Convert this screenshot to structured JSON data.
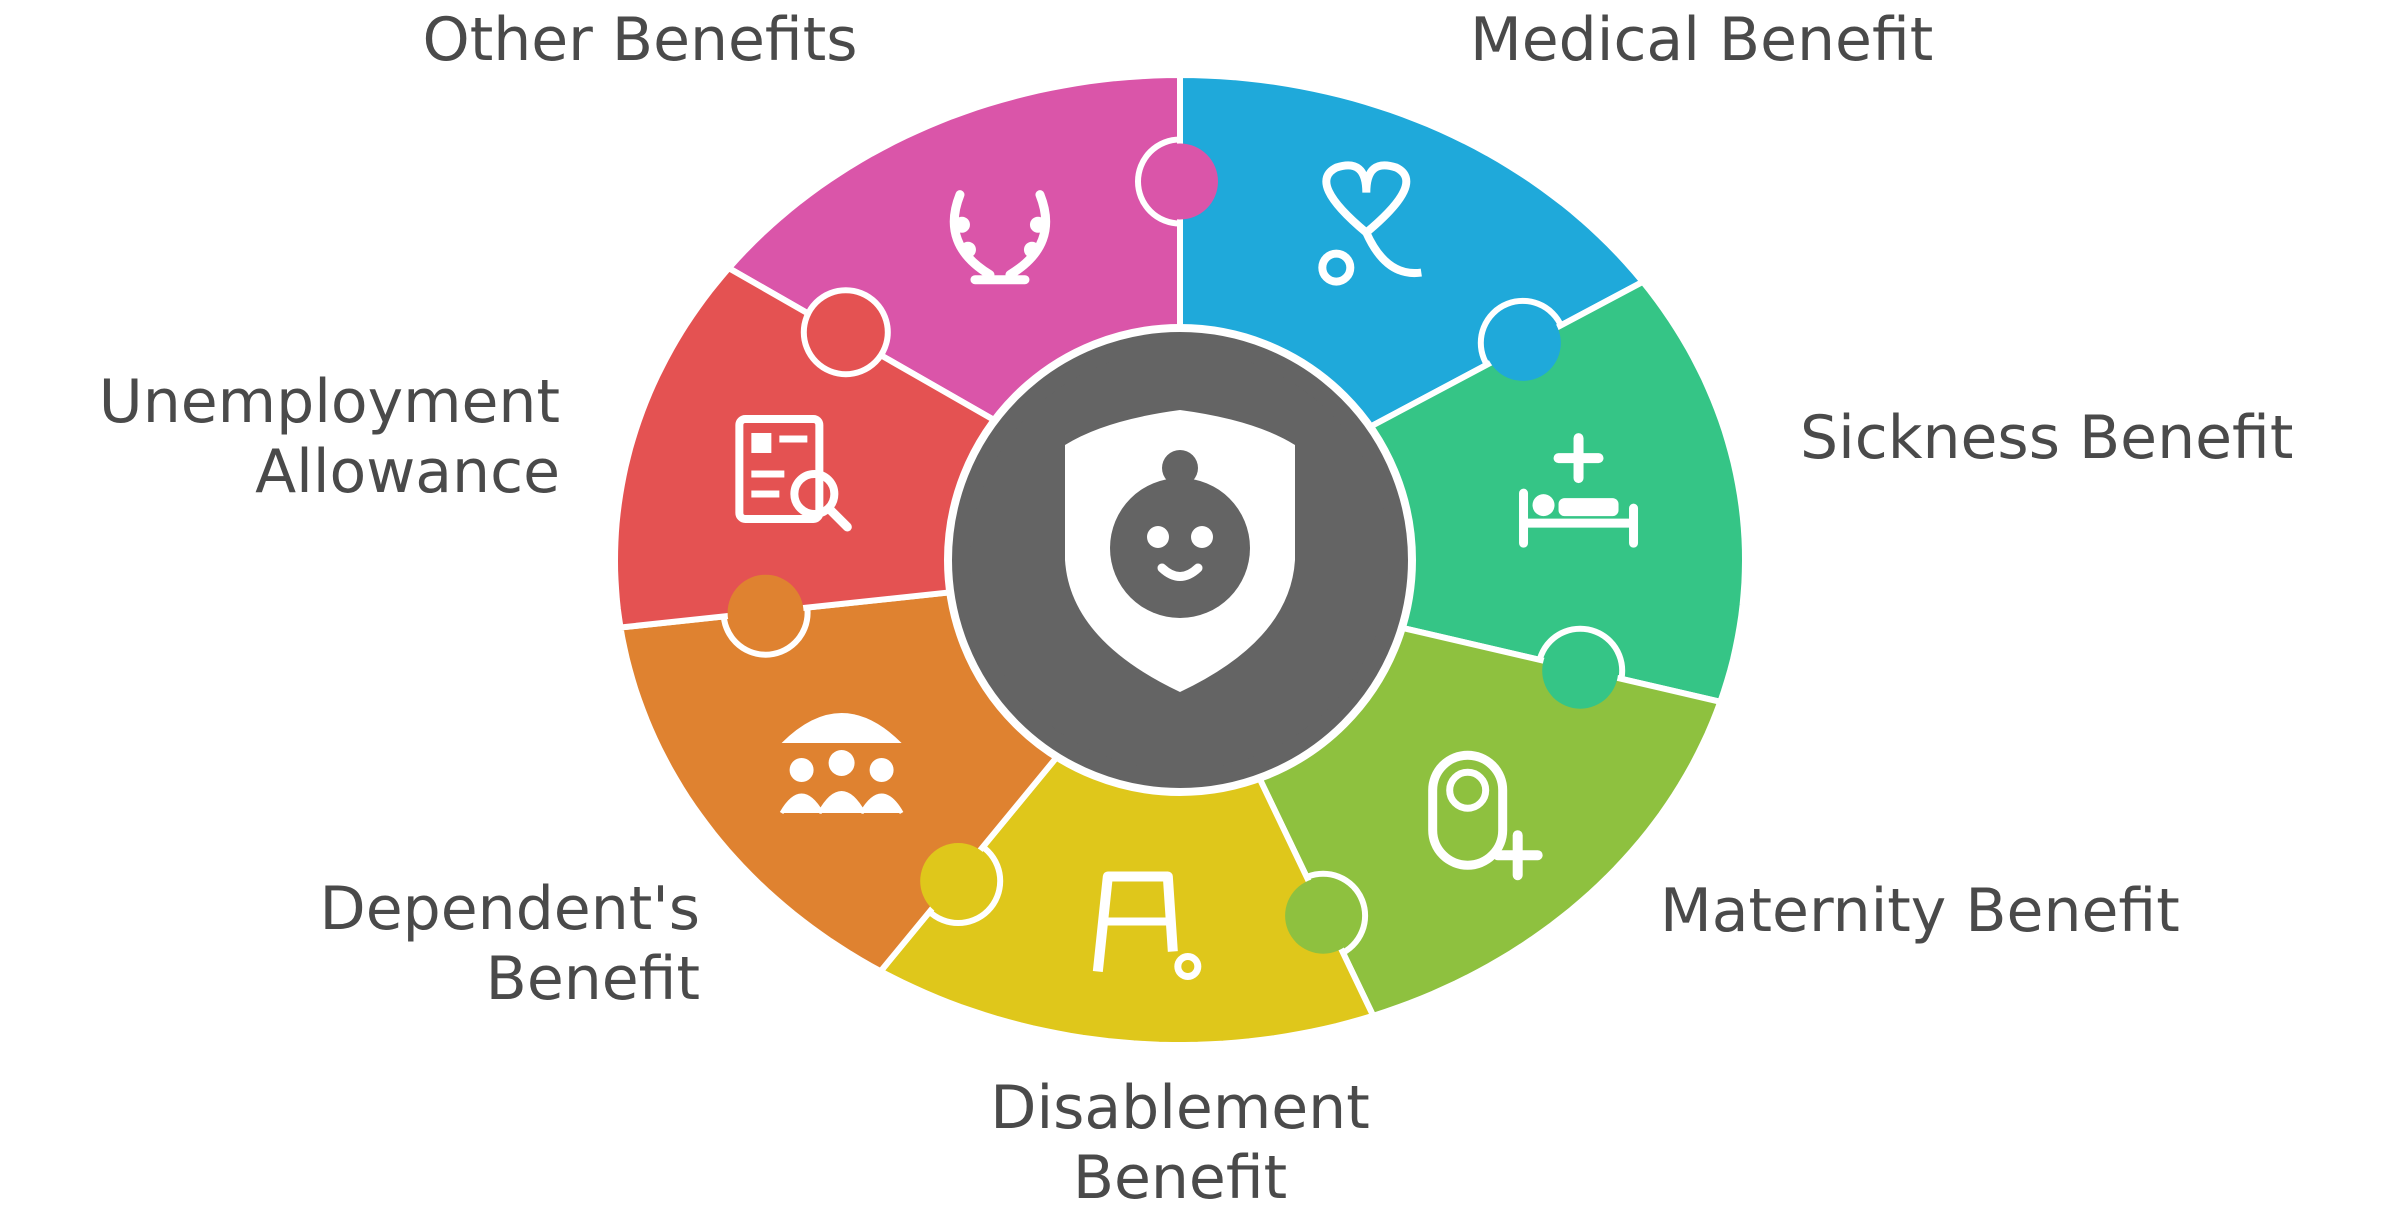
{
  "center": {
    "name": "shield-baby-icon",
    "color": "#646464"
  },
  "segments": [
    {
      "id": "other-benefits",
      "lines": [
        "Other Benefits"
      ],
      "color": "#DA55A9",
      "icon": "laurel-wreath-icon"
    },
    {
      "id": "medical-benefit",
      "lines": [
        "Medical Benefit"
      ],
      "color": "#1FA9DA",
      "icon": "stethoscope-heart-icon"
    },
    {
      "id": "sickness-benefit",
      "lines": [
        "Sickness Benefit"
      ],
      "color": "#35C586",
      "icon": "hospital-bed-icon"
    },
    {
      "id": "maternity-benefit",
      "lines": [
        "Maternity Benefit"
      ],
      "color": "#8EC13F",
      "icon": "newborn-baby-icon"
    },
    {
      "id": "disablement-benefit",
      "lines": [
        "Disablement",
        "Benefit"
      ],
      "color": "#DFC71B",
      "icon": "walker-icon"
    },
    {
      "id": "dependents-benefit",
      "lines": [
        "Dependent's",
        "Benefit"
      ],
      "color": "#DF8230",
      "icon": "family-umbrella-icon"
    },
    {
      "id": "unemployment-allowance",
      "lines": [
        "Unemployment",
        "Allowance"
      ],
      "color": "#E45252",
      "icon": "job-search-icon"
    }
  ]
}
